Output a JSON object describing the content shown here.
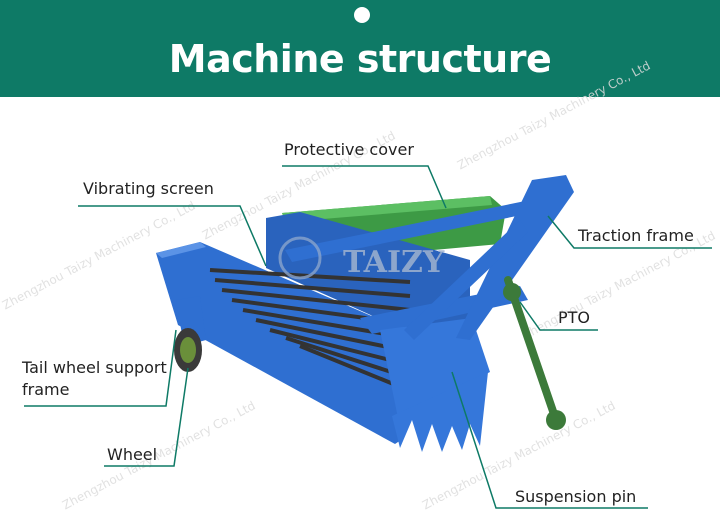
{
  "header": {
    "title": "Machine structure",
    "bg_color": "#0e7a66"
  },
  "logo": {
    "text": "TAIZY"
  },
  "watermark": {
    "text": "Zhengzhou Taizy Machinery Co., Ltd"
  },
  "labels": {
    "protective_cover": "Protective cover",
    "vibrating_screen": "Vibrating screen",
    "traction_frame": "Traction frame",
    "pto": "PTO",
    "tail_wheel_support_frame": "Tail wheel support frame",
    "wheel": "Wheel",
    "suspension_pin": "Suspension pin"
  },
  "colors": {
    "leader_line": "#0e7a66",
    "machine_body": "#2f6fd1",
    "machine_dark": "#1f4f9e",
    "cover": "#3d9a45",
    "pto": "#3c7a3a"
  }
}
